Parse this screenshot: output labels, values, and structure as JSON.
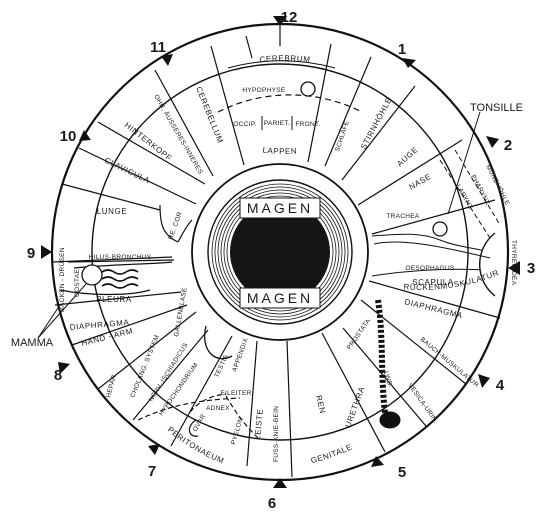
{
  "clock_numbers": [
    "12",
    "1",
    "2",
    "3",
    "4",
    "5",
    "6",
    "7",
    "8",
    "9",
    "10",
    "11"
  ],
  "center": {
    "top_label": "MAGEN",
    "bottom_label": "MAGEN"
  },
  "callouts": {
    "tonsille": "TONSILLE",
    "mamma": "MAMMA"
  },
  "zones": {
    "cerebrum": "CEREBRUM",
    "hypophyse": "HYPOPHYSE",
    "occip": "OCCIP.",
    "pariet": "PARIET.",
    "front": "FRONT.",
    "lappen": "LAPPEN",
    "schlaefe": "SCHLÄFE",
    "stirnhoehle": "STIRNHÖHLE",
    "auge": "AUGE",
    "nase": "NASE",
    "mundhoehle": "MUNDHÖHLE",
    "pharynx": "PHARYNX",
    "larynx": "LARYNX",
    "trachea": "TRACHEA",
    "thyreoidea": "THYREOIDEA",
    "oesophagus": "OESOPHAGUS",
    "scapula": "SCAPULA",
    "rueckenmuskulatur": "RÜCKENMUSKULATUR",
    "diaphragma_r": "DIAPHRAGMA",
    "bauchmuskulatur": "BAUCH-MUSKULATUR",
    "prostata": "PROSTATA",
    "lws": "LWS.",
    "vesica_urin": "VESICA-URIN.",
    "urethra": "URETHRA",
    "ren": "REN",
    "genitale": "GENITALE",
    "fuss_knie_bein": "FUSS-KNIE-BEIN",
    "leiste": "LEISTE",
    "pyelon": "PYELON",
    "peritonaeum": "PERITONAEUM",
    "ovar": "OVAR",
    "eileiter": "EILEITER",
    "adnex": "ADNEX",
    "appendix": "APPENDIX",
    "testis": "TESTIS",
    "hypochondrium": "HYPOCHONDRIUM",
    "nerv_ischiadicus": "NERV. ISCHIADICUS",
    "gallenblase": "GALLENBLASE",
    "cholang_system": "CHOLANG. SYSTEM",
    "hepar": "HEPAR",
    "hand_arm": "HAND - ARM",
    "diaphragma_l": "DIAPHRAGMA",
    "pleura": "PLEURA",
    "costae": "COSTAE",
    "nacken_druesen": "NACKEN - DRÜSEN",
    "hilus_bronchus": "HILUS-BRONCHUS",
    "lunge": "LUNGE",
    "re_cor": "RE. COR",
    "clavicula": "CLAVICULA",
    "hinterkopf": "HINTERKOPF",
    "ohr": "OHR, ÄUSSERES-INNERES",
    "cerebellum": "CEREBELLUM"
  }
}
